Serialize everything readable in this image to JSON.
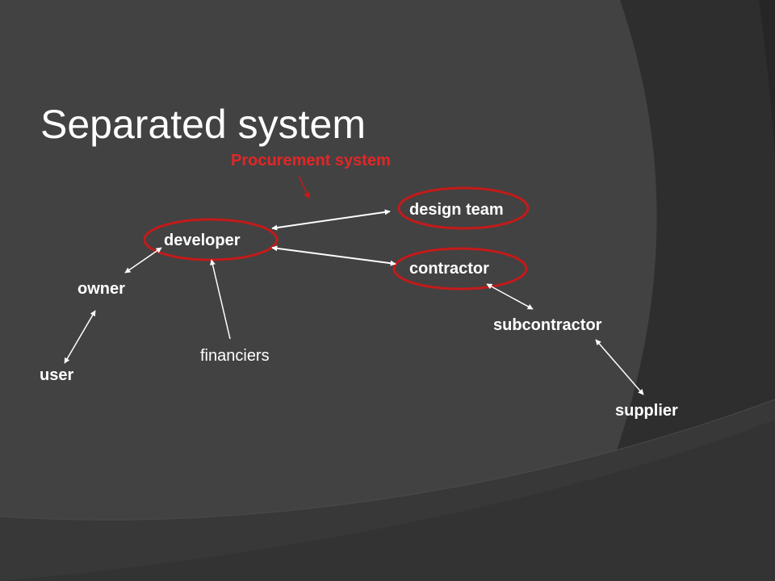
{
  "title": "Separated system",
  "procurement_label": "Procurement system",
  "nodes": {
    "design_team": "design team",
    "developer": "developer",
    "contractor": "contractor",
    "owner": "owner",
    "subcontractor": "subcontractor",
    "financiers": "financiers",
    "user": "user",
    "supplier": "supplier"
  },
  "relationships": [
    {
      "from": "developer",
      "to": "design team",
      "type": "two-way"
    },
    {
      "from": "developer",
      "to": "contractor",
      "type": "two-way"
    },
    {
      "from": "owner",
      "to": "developer",
      "type": "two-way"
    },
    {
      "from": "user",
      "to": "owner",
      "type": "two-way"
    },
    {
      "from": "financiers",
      "to": "developer",
      "type": "one-way"
    },
    {
      "from": "contractor",
      "to": "subcontractor",
      "type": "two-way"
    },
    {
      "from": "subcontractor",
      "to": "supplier",
      "type": "two-way"
    }
  ],
  "colors": {
    "background": "#424242",
    "panel_dark": "#2f2f2f",
    "text": "#ffffff",
    "highlight": "#e32626",
    "ellipse": "#c41a1a",
    "arrow": "#ffffff"
  }
}
